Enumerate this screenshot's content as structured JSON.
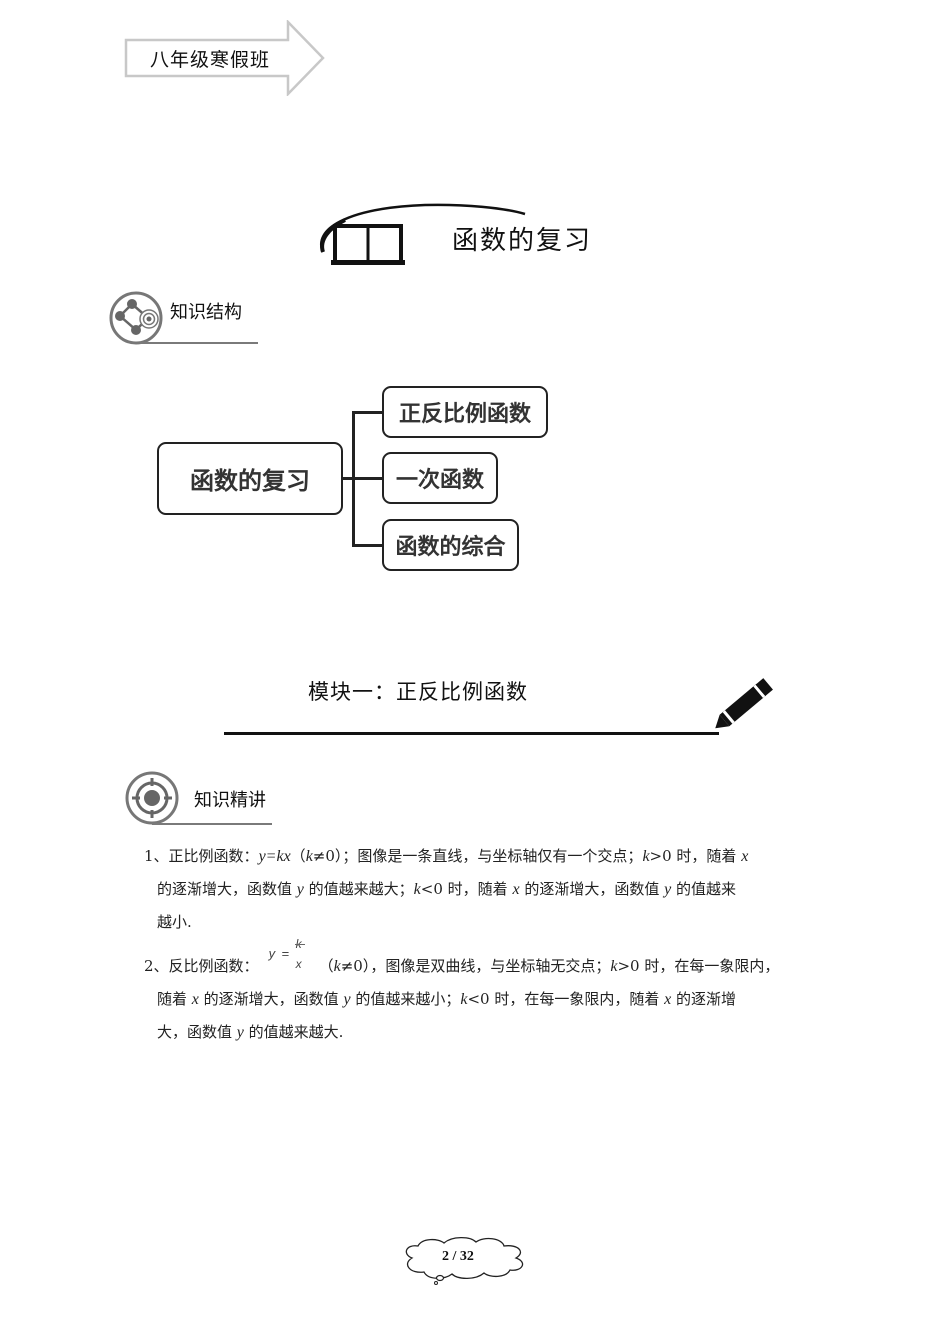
{
  "header": {
    "class_label": "八年级寒假班",
    "arrow_border_color": "#c8c8c8"
  },
  "chapter": {
    "icon": "open-book-icon",
    "title": "函数的复习"
  },
  "section_structure": {
    "icon": "network-target-icon",
    "title": "知识结构"
  },
  "mind_map": {
    "root": "函数的复习",
    "children": [
      {
        "label": "正反比例函数"
      },
      {
        "label": "一次函数"
      },
      {
        "label": "函数的综合"
      }
    ]
  },
  "module": {
    "title": "模块一：正反比例函数",
    "icon": "pencil-icon"
  },
  "section_detail": {
    "icon": "crosshair-target-icon",
    "title": "知识精讲"
  },
  "content": {
    "item1": {
      "num": "1、",
      "lead": "正比例函数：",
      "formula": "y=kx",
      "cond_open": "（",
      "cond_k": "k",
      "cond_rest": "≠0）",
      "line1_a": "；图像是一条直线，与坐标轴仅有一个交点；",
      "k1": "k",
      "line1_b": ">0 时，随着 ",
      "x1": "x",
      "line2_a": "的逐渐增大，函数值 ",
      "y1": "y",
      "line2_b": " 的值越来越大；",
      "k2": "k",
      "line2_c": "<0 时，随着 ",
      "x2": "x",
      "line2_d": " 的逐渐增大，函数值 ",
      "y2": "y",
      "line2_e": " 的值越来",
      "line3": "越小."
    },
    "item2": {
      "num": "2、",
      "lead": "反比例函数：",
      "frac_y": "y",
      "frac_eq": "=",
      "frac_num": "k",
      "frac_den": "x",
      "cond_open": "（",
      "cond_k": "k",
      "cond_rest": "≠0）",
      "line1_a": "，图像是双曲线，与坐标轴无交点；",
      "k1": "k",
      "line1_b": ">0 时，在每一象限内，",
      "line2_a": "随着 ",
      "x1": "x",
      "line2_b": " 的逐渐增大，函数值 ",
      "y1": "y",
      "line2_c": " 的值越来越小；",
      "k2": "k",
      "line2_d": "<0 时，在每一象限内，随着 ",
      "x2": "x",
      "line2_e": " 的逐渐增",
      "line3_a": "大，函数值 ",
      "y2": "y",
      "line3_b": " 的值越来越大."
    }
  },
  "footer": {
    "page_label": "2 / 32",
    "icon": "thought-cloud-icon"
  }
}
